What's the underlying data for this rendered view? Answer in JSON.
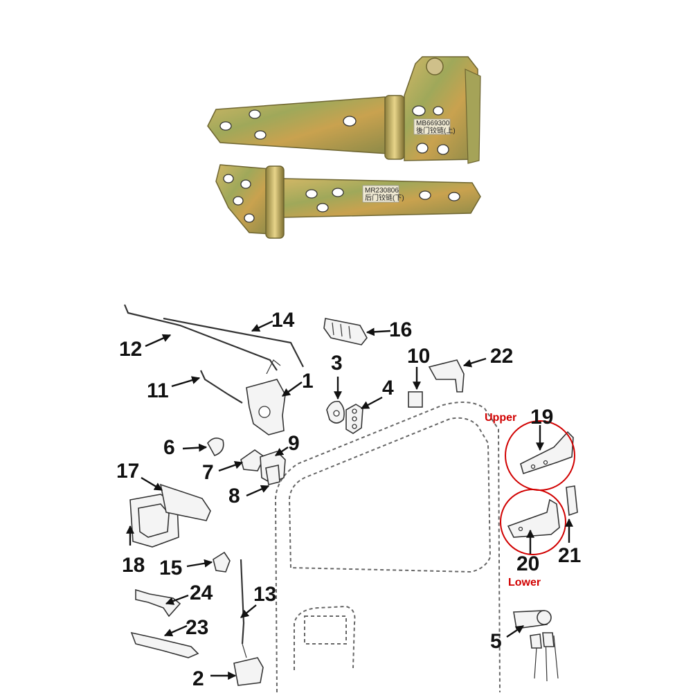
{
  "photo": {
    "upper_hinge_label": [
      "MB669300",
      "後门铰链(上)"
    ],
    "lower_hinge_label": [
      "MR230806",
      "后门铰链(下)"
    ]
  },
  "callouts": {
    "c1": "1",
    "c2": "2",
    "c3": "3",
    "c4": "4",
    "c5": "5",
    "c6": "6",
    "c7": "7",
    "c8": "8",
    "c9": "9",
    "c10": "10",
    "c11": "11",
    "c12": "12",
    "c13": "13",
    "c14": "14",
    "c15": "15",
    "c16": "16",
    "c17": "17",
    "c18": "18",
    "c19": "19",
    "c20": "20",
    "c21": "21",
    "c22": "22",
    "c23": "23",
    "c24": "24"
  },
  "annotations": {
    "upper": "Upper",
    "lower": "Lower"
  },
  "colors": {
    "annotation": "#d10000",
    "hinge_brass": "#b9a24a",
    "hinge_green": "#8c9a52"
  }
}
